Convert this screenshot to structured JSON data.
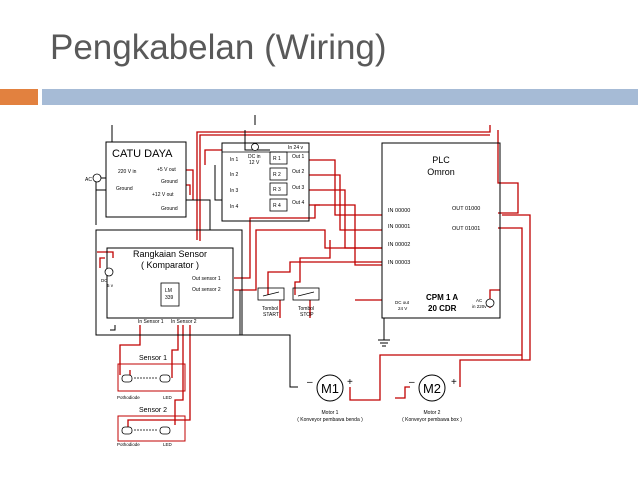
{
  "slide": {
    "title": "Pengkabelan (Wiring)",
    "colors": {
      "accent_orange": "#e2813f",
      "accent_blue": "#a6bbd6",
      "wire_red": "#c00000",
      "wire_black": "#000000",
      "title_gray": "#595959"
    }
  },
  "catu_daya": {
    "title": "CATU DAYA",
    "in": "220 V in",
    "ground": "Ground",
    "v5": "+5 V out",
    "gnd2": "Ground",
    "v12": "+12 V out",
    "gnd3": "Ground",
    "ac": "AC"
  },
  "relay_board": {
    "top": "In 24 v",
    "dc": "DC in",
    "dc2": "12 V",
    "in1": "In 1",
    "in2": "In 2",
    "in3": "In 3",
    "in4": "In 4",
    "r1": "R 1",
    "r2": "R 2",
    "r3": "R 3",
    "r4": "R 4",
    "o1": "Out 1",
    "o2": "Out 2",
    "o3": "Out 3",
    "o4": "Out 4"
  },
  "sensor": {
    "title1": "Rangkaian Sensor",
    "title2": "( Komparator )",
    "dc": "DC",
    "dc2": "5 v",
    "lm": "LM",
    "lm2": "339",
    "os1": "Out sensor 1",
    "os2": "Out sensor 2",
    "is1": "In Sensor 1",
    "is2": "In Sensor 2"
  },
  "sensor_units": {
    "s1": "Sensor 1",
    "s2": "Sensor 2",
    "photo": "Pothodiode",
    "led": "LED"
  },
  "plc": {
    "l1": "PLC",
    "l2": "Omron",
    "in0": "IN 00000",
    "in1": "IN 00001",
    "in2": "IN 00002",
    "in3": "IN 00003",
    "out0": "OUT 01000",
    "out1": "OUT 01001",
    "model1": "CPM 1 A",
    "model2": "20 CDR",
    "dc": "DC out",
    "dc2": "24 V",
    "ac": "AC",
    "ac2": "in 220v"
  },
  "buttons": {
    "start1": "Tombol",
    "start2": "START",
    "stop1": "Tombol",
    "stop2": "STOP"
  },
  "motors": {
    "m1": "M1",
    "m2": "M2",
    "m1a": "Motor 1",
    "m1b": "( Konveyor pembawa benda )",
    "m2a": "Motor 2",
    "m2b": "( Konveyor pembawa box )",
    "minus": "–",
    "plus": "+"
  }
}
